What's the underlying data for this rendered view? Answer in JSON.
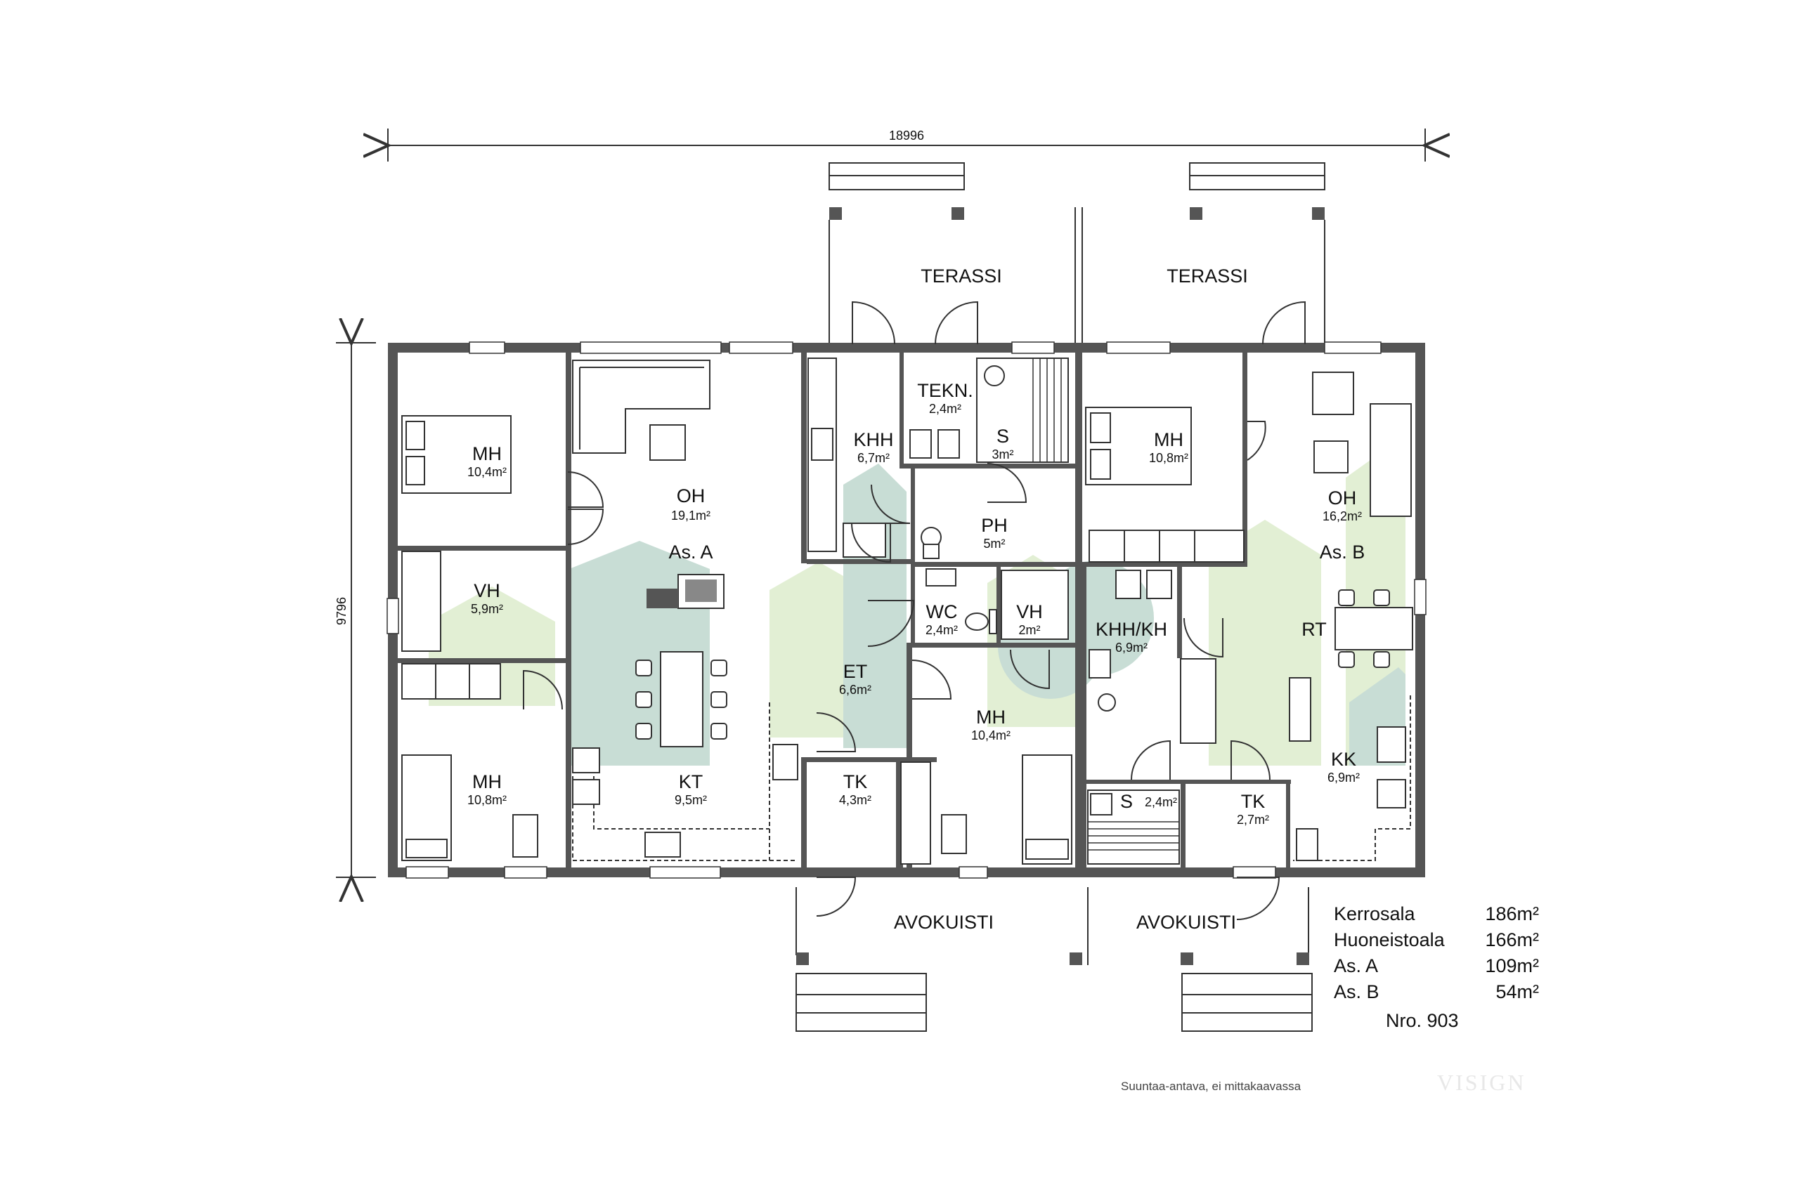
{
  "dimensions": {
    "width": "18996",
    "height": "9796"
  },
  "outdoor": {
    "terrace_a": "TERASSI",
    "terrace_b": "TERASSI",
    "avokuisti_a": "AVOKUISTI",
    "avokuisti_b": "AVOKUISTI"
  },
  "rooms": {
    "mh_nw": {
      "name": "MH",
      "area": "10,4m²"
    },
    "vh_a": {
      "name": "VH",
      "area": "5,9m²"
    },
    "mh_sw": {
      "name": "MH",
      "area": "10,8m²"
    },
    "oh_a": {
      "name": "OH",
      "area": "19,1m²"
    },
    "unit_a": "As. A",
    "kt": {
      "name": "KT",
      "area": "9,5m²"
    },
    "khh": {
      "name": "KHH",
      "area": "6,7m²"
    },
    "tekn": {
      "name": "TEKN.",
      "area": "2,4m²"
    },
    "s_a": {
      "name": "S",
      "area": "3m²"
    },
    "ph": {
      "name": "PH",
      "area": "5m²"
    },
    "wc": {
      "name": "WC",
      "area": "2,4m²"
    },
    "vh_small": {
      "name": "VH",
      "area": "2m²"
    },
    "et": {
      "name": "ET",
      "area": "6,6m²"
    },
    "tk_a": {
      "name": "TK",
      "area": "4,3m²"
    },
    "mh_mid": {
      "name": "MH",
      "area": "10,4m²"
    },
    "mh_b": {
      "name": "MH",
      "area": "10,8m²"
    },
    "khh_kh": {
      "name": "KHH/KH",
      "area": "6,9m²"
    },
    "s_b": {
      "name": "S",
      "area": "2,4m²"
    },
    "tk_b": {
      "name": "TK",
      "area": "2,7m²"
    },
    "oh_b": {
      "name": "OH",
      "area": "16,2m²"
    },
    "unit_b": "As. B",
    "rt": {
      "name": "RT"
    },
    "kk": {
      "name": "KK",
      "area": "6,9m²"
    }
  },
  "summary": [
    {
      "label": "Kerrosala",
      "value": "186m²"
    },
    {
      "label": "Huoneistoala",
      "value": "166m²"
    },
    {
      "label": "As. A",
      "value": "109m²"
    },
    {
      "label": "As. B",
      "value": "54m²"
    }
  ],
  "plan_number": "Nro. 903",
  "disclaimer": "Suuntaa-antava, ei mittakaavassa",
  "watermark": "VISIGN"
}
